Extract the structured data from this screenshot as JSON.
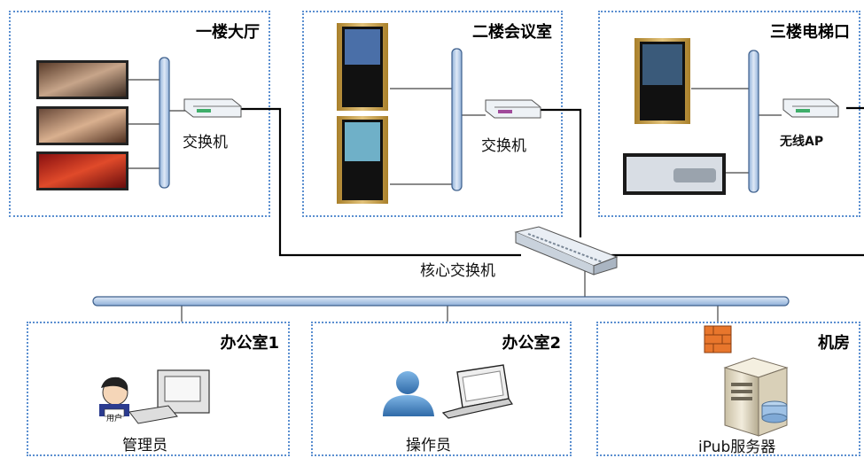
{
  "zones": {
    "floor1": "一楼大厅",
    "floor2": "二楼会议室",
    "floor3": "三楼电梯口",
    "office1": "办公室1",
    "office2": "办公室2",
    "server_room": "机房"
  },
  "labels": {
    "switch_floor1": "交换机",
    "switch_floor2": "交换机",
    "wireless_ap": "无线AP",
    "core_switch": "核心交换机",
    "admin": "管理员",
    "operator": "操作员",
    "server": "iPub服务器",
    "user_tag": "用户"
  },
  "colors": {
    "zone_border": "#5b8fd0",
    "bus": "#b8cde8",
    "bus_edge": "#3d5f8c",
    "cable": "#000000",
    "screen_gold": "#c59a3b"
  }
}
